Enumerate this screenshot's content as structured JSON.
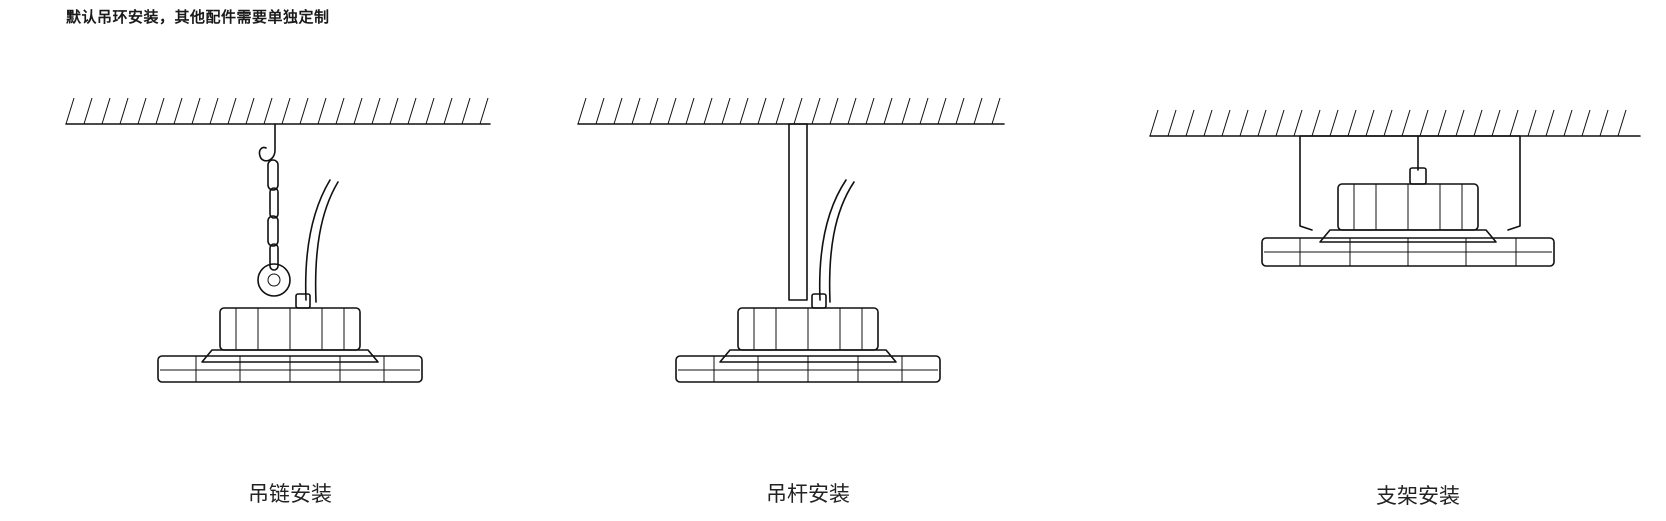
{
  "header": {
    "note": "默认吊环安装，其他配件需要单独定制"
  },
  "methods": [
    {
      "label": "吊链安装"
    },
    {
      "label": "吊杆安装"
    },
    {
      "label": "支架安装"
    }
  ]
}
